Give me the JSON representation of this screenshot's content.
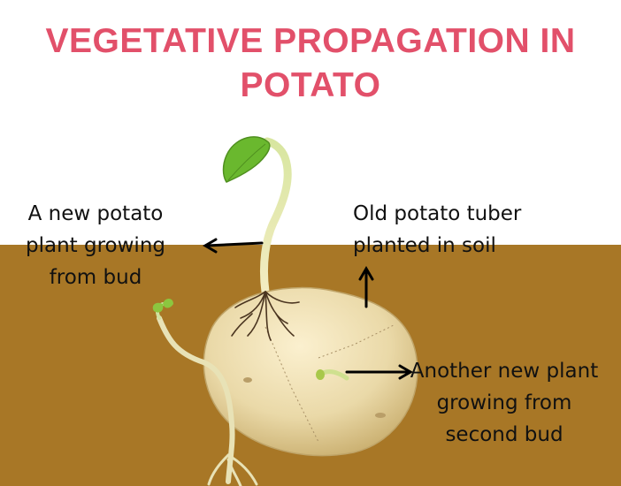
{
  "title": "VEGETATIVE PROPAGATION IN\nPOTATO",
  "labels": {
    "new_plant_from_bud": "A new potato\nplant growing\nfrom bud",
    "old_tuber": "Old potato tuber\nplanted in soil",
    "second_plant": "Another new plant\ngrowing from\nsecond bud"
  },
  "colors": {
    "title": "#e2506a",
    "soil": "#a87726",
    "potato": "#ead9a8",
    "leaf": "#6ab82e",
    "arrow": "#000000"
  }
}
